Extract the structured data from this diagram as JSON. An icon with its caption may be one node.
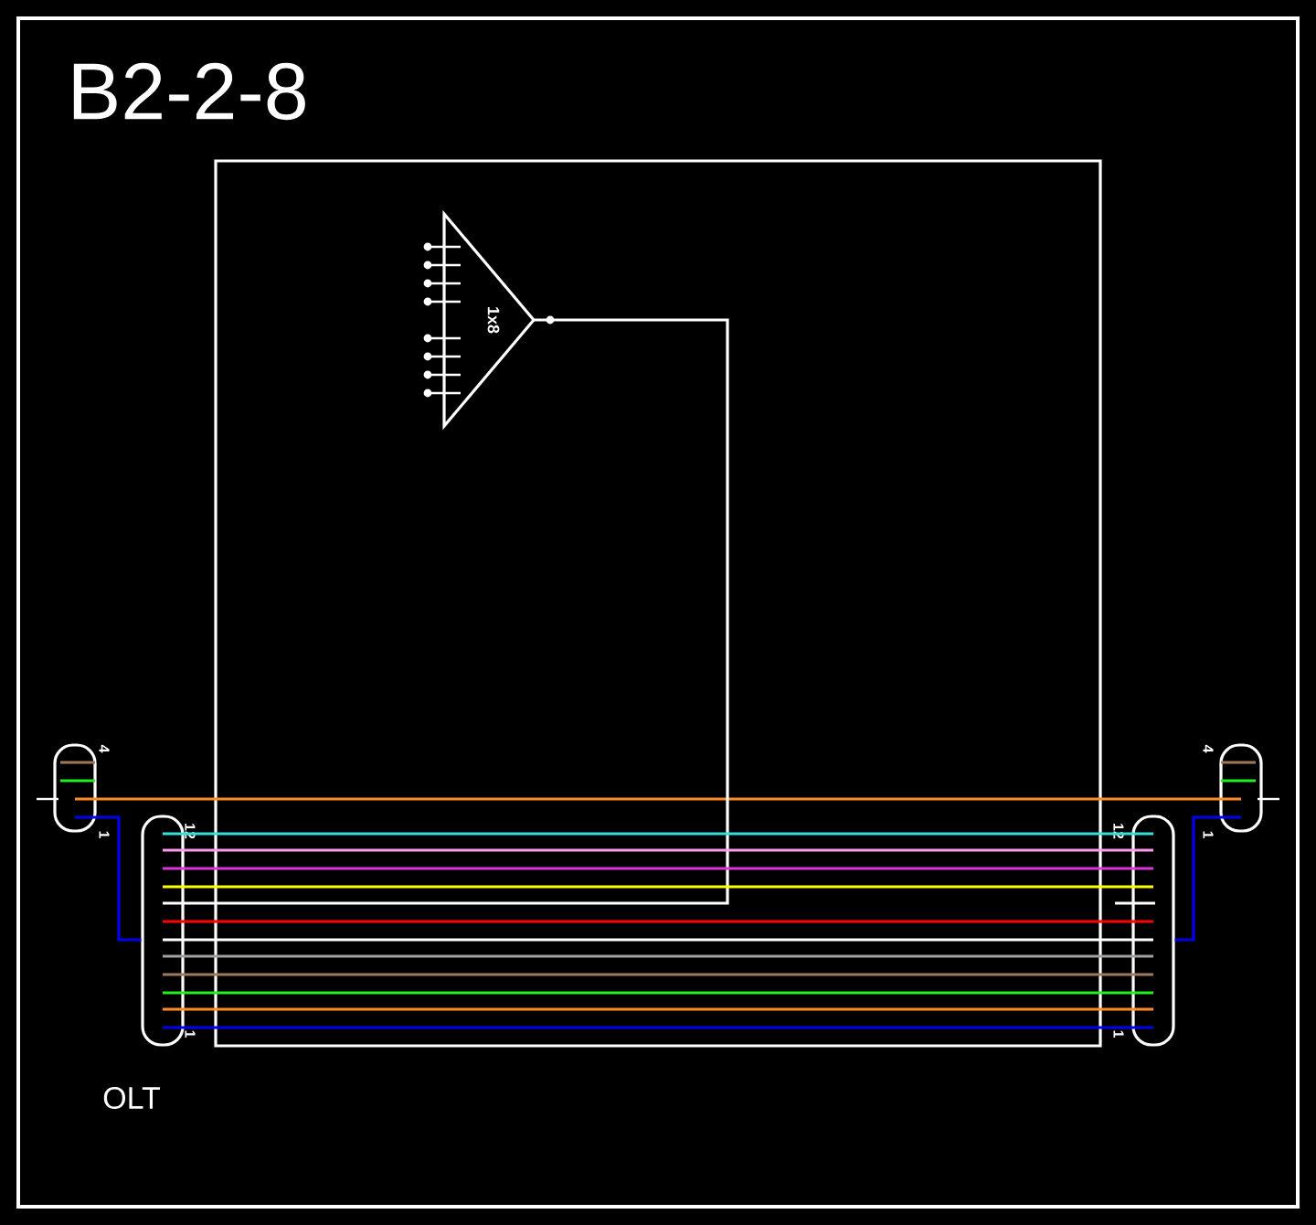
{
  "diagram": {
    "title": "B2-2-8",
    "nodes": [
      {
        "text": [],
        "shape": "box"
      },
      {
        "text": [
          "1x8"
        ],
        "in": 0
      },
      {
        "text": [
          "4",
          "1"
        ]
      },
      {
        "text": [
          "12",
          "1"
        ],
        "beside": [
          "OLT"
        ]
      },
      {
        "text": [
          "4",
          "1"
        ]
      },
      {
        "text": [
          "12",
          "1"
        ]
      }
    ],
    "edges": [
      {
        "from": 2,
        "to": 4,
        "arrow": "none",
        "color": "#ff8c28"
      },
      {
        "from": 2,
        "to": 3,
        "arrow": "none",
        "color": "#0000ee"
      },
      {
        "from": 4,
        "to": 5,
        "arrow": "none",
        "color": "#0000ee"
      },
      {
        "from": 1,
        "to": 3,
        "arrow": "none",
        "color": "#ffffff"
      },
      {
        "from": 3,
        "to": 5,
        "arrow": "none",
        "color": "#33e0e0"
      },
      {
        "from": 3,
        "to": 5,
        "arrow": "none",
        "color": "#ff99ee"
      },
      {
        "from": 3,
        "to": 5,
        "arrow": "none",
        "color": "#dd33dd"
      },
      {
        "from": 3,
        "to": 5,
        "arrow": "none",
        "color": "#ffff00"
      },
      {
        "from": 3,
        "to": 5,
        "arrow": "none",
        "color": "#ff0000"
      },
      {
        "from": 3,
        "to": 5,
        "arrow": "none",
        "color": "#ffffff"
      },
      {
        "from": 3,
        "to": 5,
        "arrow": "none",
        "color": "#a0a0a0"
      },
      {
        "from": 3,
        "to": 5,
        "arrow": "none",
        "color": "#a0785a"
      },
      {
        "from": 3,
        "to": 5,
        "arrow": "none",
        "color": "#22ee22"
      },
      {
        "from": 3,
        "to": 5,
        "arrow": "none",
        "color": "#ff8c28"
      },
      {
        "from": 3,
        "to": 5,
        "arrow": "none",
        "color": "#0000ee"
      }
    ]
  }
}
